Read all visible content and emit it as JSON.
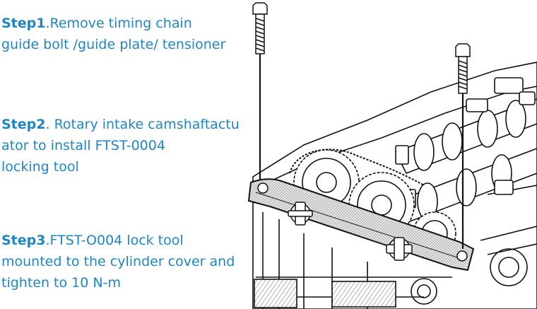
{
  "steps": [
    {
      "label": "Step1",
      "lines": [
        ".Remove timing chain",
        "guide bolt /guide plate/ tensioner"
      ]
    },
    {
      "label": "Step2",
      "lines": [
        ". Rotary intake camshaftactu",
        "ator to install FTST-0004",
        "locking tool"
      ]
    },
    {
      "label": "Step3",
      "lines": [
        ".FTST-O004 lock tool",
        "mounted to the cylinder cover and",
        "tighten to 10 N-m"
      ]
    }
  ],
  "colors": {
    "step_text": "#1e86c7",
    "line_art": "#111111"
  }
}
